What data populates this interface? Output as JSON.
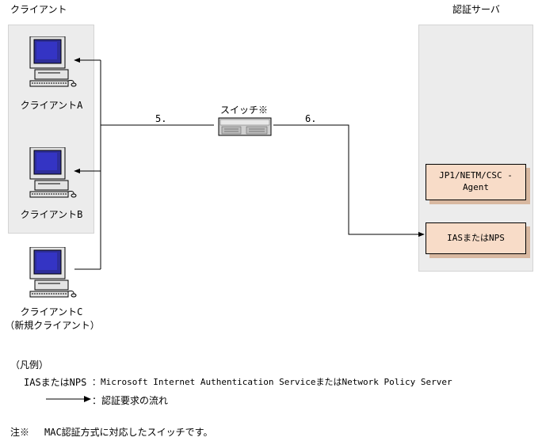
{
  "labels": {
    "client_group": "クライアント",
    "server_group": "認証サーバ",
    "client_a": "クライアントA",
    "client_b": "クライアントB",
    "client_c": "クライアントC",
    "client_c_sub": "（新規クライアント）",
    "switch": "スイッチ※",
    "step5": "5.",
    "step6": "6.",
    "agent_box": "JP1/NETM/CSC -\nAgent",
    "ias_box": "IASまたはNPS"
  },
  "legend": {
    "title": "（凡例）",
    "ias_term": "IASまたはNPS",
    "ias_def": "：Microsoft Internet Authentication ServiceまたはNetwork Policy Server",
    "arrow_def": "：認証要求の流れ"
  },
  "note": {
    "mark": "注※",
    "text": "MAC認証方式に対応したスイッチです。"
  }
}
